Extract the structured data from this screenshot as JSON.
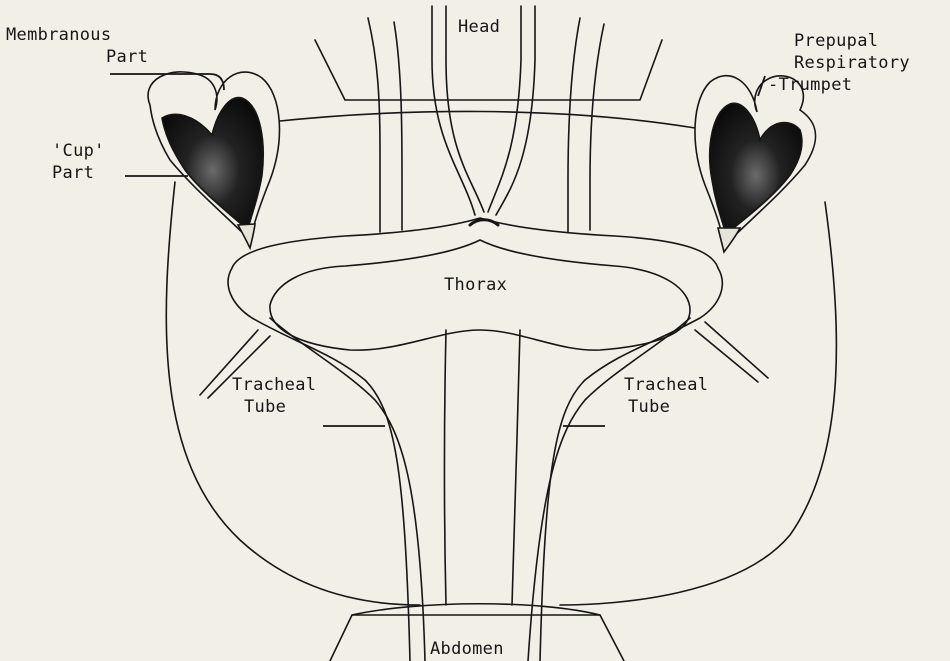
{
  "labels": {
    "membranous": [
      "Membranous",
      "Part"
    ],
    "cup": [
      "'Cup'",
      "Part"
    ],
    "head": "Head",
    "prepupal": [
      "Prepupal",
      "Respiratory",
      "-Trumpet"
    ],
    "thorax": "Thorax",
    "tracheal_left": [
      "Tracheal",
      "Tube"
    ],
    "tracheal_right": [
      "Tracheal",
      "Tube"
    ],
    "abdomen": "Abdomen"
  },
  "colors": {
    "background": "#f1efe6",
    "ink": "#161616"
  }
}
